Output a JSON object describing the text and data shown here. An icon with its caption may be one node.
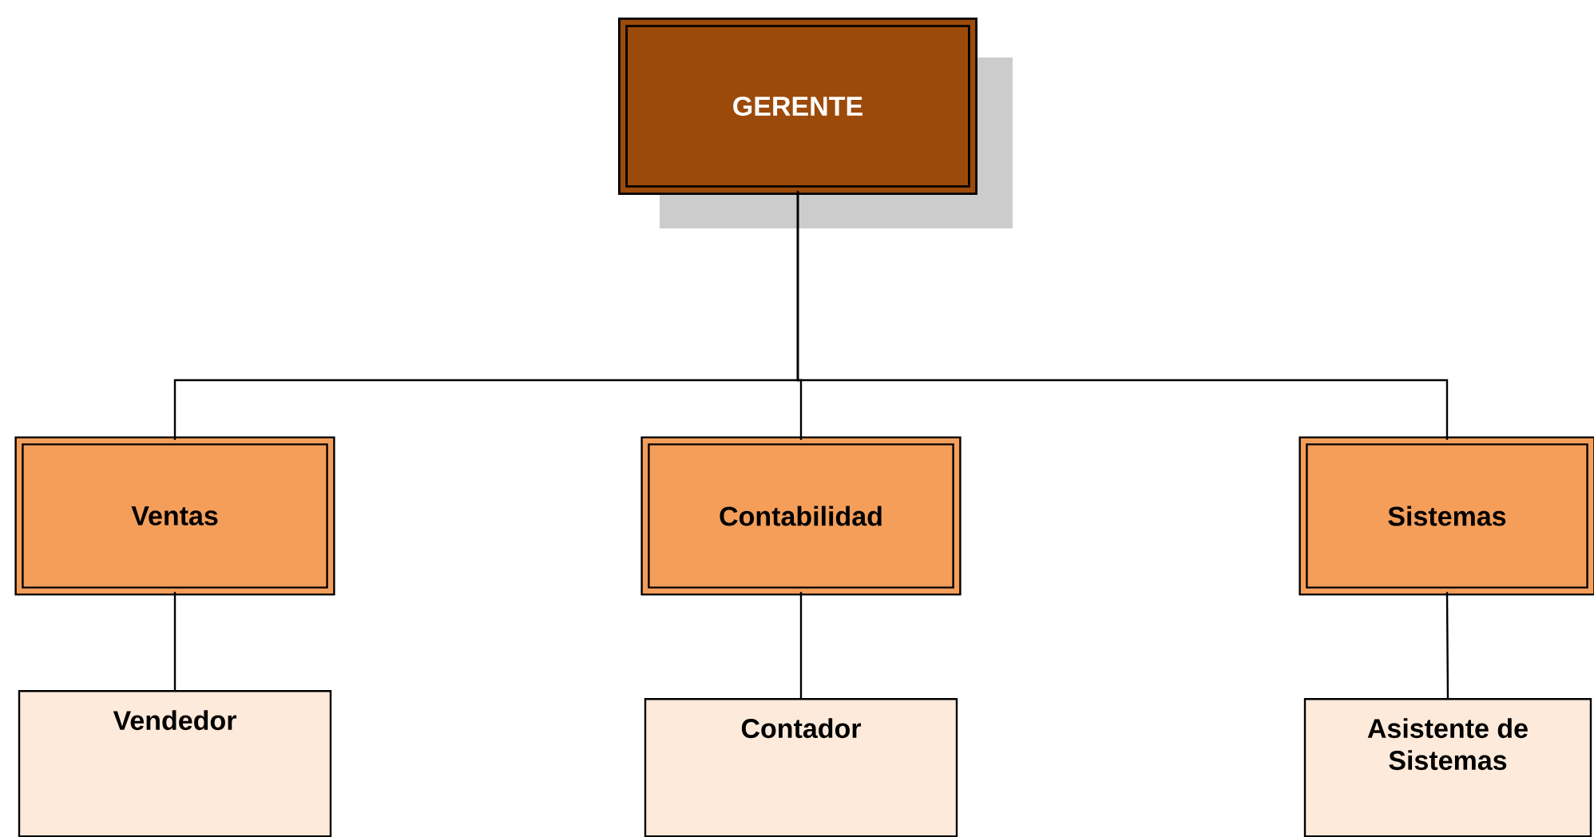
{
  "diagram": {
    "nodes": [
      {
        "text": [
          "GERENTE"
        ]
      },
      {
        "text": [
          "Ventas"
        ]
      },
      {
        "text": [
          "Contabilidad"
        ]
      },
      {
        "text": [
          "Sistemas"
        ]
      },
      {
        "text": [
          "Vendedor"
        ]
      },
      {
        "text": [
          "Contador"
        ]
      },
      {
        "text": [
          "Asistente de Sistemas"
        ]
      }
    ],
    "edges": [
      {
        "from": 0,
        "to": 1,
        "arrow": "none"
      },
      {
        "from": 0,
        "to": 2,
        "arrow": "none"
      },
      {
        "from": 0,
        "to": 3,
        "arrow": "none"
      },
      {
        "from": 1,
        "to": 4,
        "arrow": "none"
      },
      {
        "from": 2,
        "to": 5,
        "arrow": "none"
      },
      {
        "from": 3,
        "to": 6,
        "arrow": "none"
      }
    ]
  }
}
